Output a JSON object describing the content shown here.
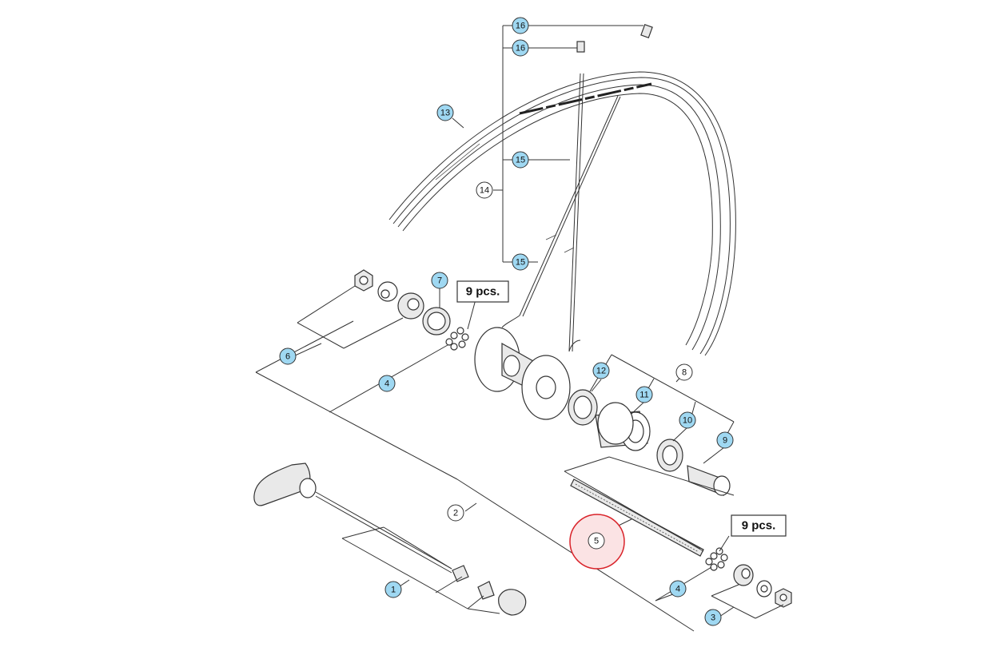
{
  "diagram": {
    "colors": {
      "part_number_highlight": "#9fd8f2",
      "part_number_plain": "#ffffff",
      "selection_ring": "#d9232a",
      "selection_fill": "#fbe3e4",
      "line": "#333333"
    },
    "selected_part": "5",
    "callouts": [
      {
        "id": "c1",
        "label": "1",
        "highlighted": true
      },
      {
        "id": "c2",
        "label": "2",
        "highlighted": false
      },
      {
        "id": "c3",
        "label": "3",
        "highlighted": true
      },
      {
        "id": "c4a",
        "label": "4",
        "highlighted": true
      },
      {
        "id": "c4b",
        "label": "4",
        "highlighted": true
      },
      {
        "id": "c5",
        "label": "5",
        "highlighted": false
      },
      {
        "id": "c6",
        "label": "6",
        "highlighted": true
      },
      {
        "id": "c7",
        "label": "7",
        "highlighted": true
      },
      {
        "id": "c8",
        "label": "8",
        "highlighted": false
      },
      {
        "id": "c9",
        "label": "9",
        "highlighted": true
      },
      {
        "id": "c10",
        "label": "10",
        "highlighted": true
      },
      {
        "id": "c11",
        "label": "11",
        "highlighted": true
      },
      {
        "id": "c12",
        "label": "12",
        "highlighted": true
      },
      {
        "id": "c13",
        "label": "13",
        "highlighted": true
      },
      {
        "id": "c14",
        "label": "14",
        "highlighted": false
      },
      {
        "id": "c15a",
        "label": "15",
        "highlighted": true
      },
      {
        "id": "c15b",
        "label": "15",
        "highlighted": true
      },
      {
        "id": "c16a",
        "label": "16",
        "highlighted": true
      },
      {
        "id": "c16b",
        "label": "16",
        "highlighted": true
      }
    ],
    "quantity_labels": [
      {
        "id": "q1",
        "text": "9 pcs."
      },
      {
        "id": "q2",
        "text": "9 pcs."
      }
    ]
  }
}
